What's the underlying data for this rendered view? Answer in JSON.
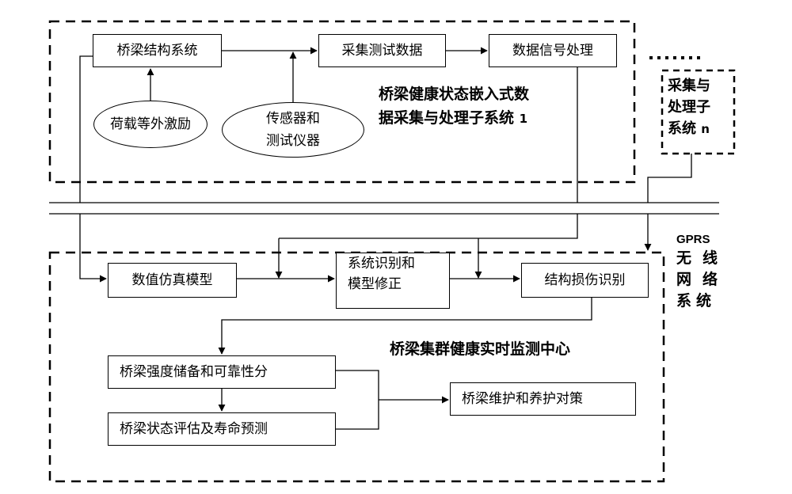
{
  "diagram": {
    "top_subsystem": {
      "title_line1": "桥梁健康状态嵌入式数",
      "title_line2": "据采集与处理子系统",
      "title_index": "1",
      "nodes": {
        "bridge_structure": "桥梁结构系统",
        "collect_test_data": "采集测试数据",
        "signal_processing": "数据信号处理",
        "load_excitation": "荷载等外激励",
        "sensors_line1": "传感器和",
        "sensors_line2": "测试仪器"
      }
    },
    "other_subsystem": {
      "ellipsis": "......",
      "line1": "采集与",
      "line2": "处理子",
      "line3": "系统",
      "index": "n"
    },
    "network": {
      "head": "GPRS",
      "line1": "无线",
      "line2": "网络",
      "line3": "系统"
    },
    "center": {
      "title": "桥梁集群健康实时监测中心",
      "nodes": {
        "numerical_model": "数值仿真模型",
        "sysid_line1": "系统识别和",
        "sysid_line2": "模型修正",
        "damage_identification": "结构损伤识别",
        "strength_reliability": "桥梁强度储备和可靠性分",
        "state_assessment": "桥梁状态评估及寿命预测",
        "maintenance": "桥梁维护和养护对策"
      }
    }
  }
}
